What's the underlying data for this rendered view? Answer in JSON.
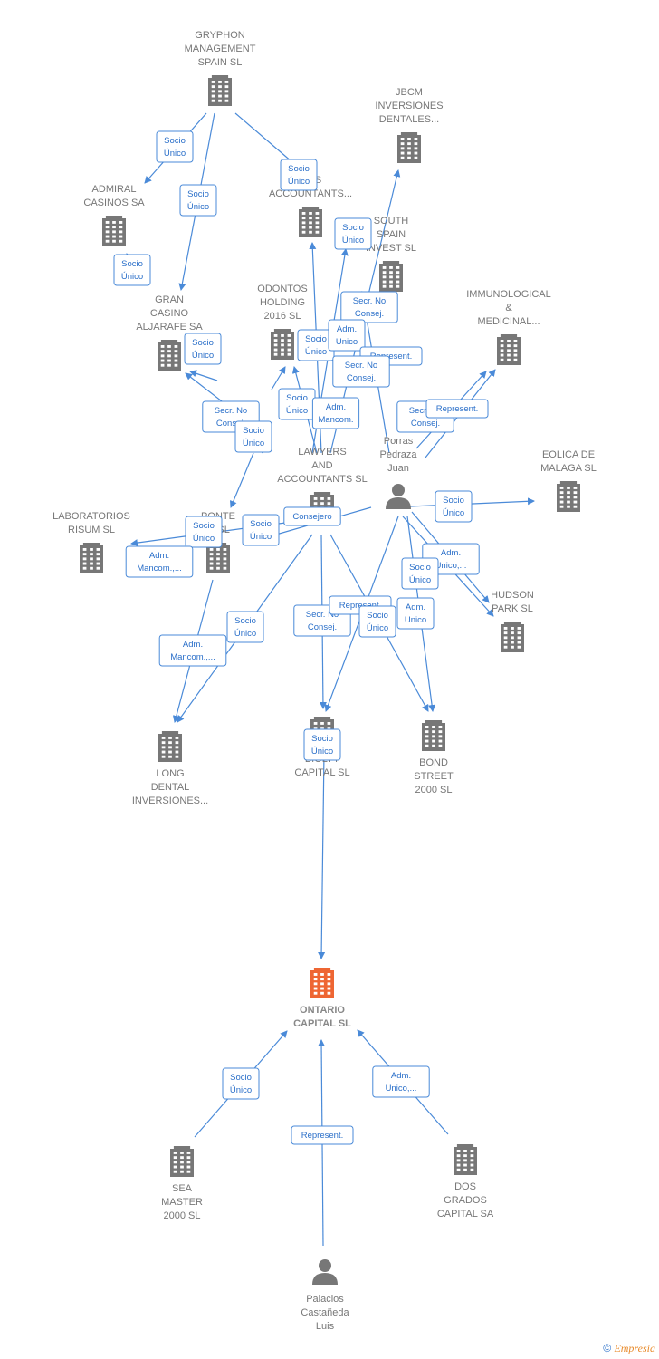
{
  "colors": {
    "edge": "#4a8ad8",
    "company": "#777777",
    "focus": "#ee6633",
    "person": "#777777"
  },
  "nodes": [
    {
      "id": "gryphon",
      "type": "company",
      "lines": [
        "GRYPHON",
        "MANAGEMENT",
        "SPAIN  SL"
      ]
    },
    {
      "id": "jbcm",
      "type": "company",
      "lines": [
        "JBCM",
        "INVERSIONES",
        "DENTALES..."
      ]
    },
    {
      "id": "admiral",
      "type": "company",
      "lines": [
        "ADMIRAL",
        "CASINOS SA"
      ]
    },
    {
      "id": "lawyers_acc",
      "type": "company",
      "lines": [
        "...RS",
        "ACCOUNTANTS..."
      ]
    },
    {
      "id": "south_spain",
      "type": "company",
      "lines": [
        "SOUTH",
        "SPAIN",
        "INVEST SL"
      ]
    },
    {
      "id": "gran_casino",
      "type": "company",
      "lines": [
        "GRAN",
        "CASINO",
        "ALJARAFE SA"
      ]
    },
    {
      "id": "odontos",
      "type": "company",
      "lines": [
        "ODONTOS",
        "HOLDING",
        "2016  SL"
      ]
    },
    {
      "id": "immunological",
      "type": "company",
      "lines": [
        "IMMUNOLOGICAL",
        "&",
        "MEDICINAL..."
      ]
    },
    {
      "id": "porras",
      "type": "person",
      "lines": [
        "Porras",
        "Pedraza",
        "Juan"
      ]
    },
    {
      "id": "lawyers_and",
      "type": "company",
      "lines": [
        "LAWYERS",
        "AND",
        "ACCOUNTANTS SL"
      ]
    },
    {
      "id": "eolica",
      "type": "company",
      "lines": [
        "EOLICA DE",
        "MALAGA  SL"
      ]
    },
    {
      "id": "laboratorios",
      "type": "company",
      "lines": [
        "LABORATORIOS",
        "RISUM  SL"
      ]
    },
    {
      "id": "ponte",
      "type": "company",
      "lines": [
        "PONTE",
        "... SL"
      ]
    },
    {
      "id": "hudson",
      "type": "company",
      "lines": [
        "HUDSON",
        "PARK SL"
      ]
    },
    {
      "id": "long_dental",
      "type": "company",
      "lines": [
        "LONG",
        "DENTAL",
        "INVERSIONES..."
      ]
    },
    {
      "id": "biolty",
      "type": "company",
      "lines": [
        "BIOLTY",
        "CAPITAL SL"
      ]
    },
    {
      "id": "bond",
      "type": "company",
      "lines": [
        "BOND",
        "STREET",
        "2000  SL"
      ]
    },
    {
      "id": "ontario",
      "type": "focus",
      "lines": [
        "ONTARIO",
        "CAPITAL  SL"
      ]
    },
    {
      "id": "sea_master",
      "type": "company",
      "lines": [
        "SEA",
        "MASTER",
        "2000  SL"
      ]
    },
    {
      "id": "dos_grados",
      "type": "company",
      "lines": [
        "DOS",
        "GRADOS",
        "CAPITAL SA"
      ]
    },
    {
      "id": "palacios",
      "type": "person",
      "lines": [
        "Palacios",
        "Castañeda",
        "Luis"
      ]
    }
  ],
  "edge_labels": [
    {
      "lines": [
        "Socio",
        "Único"
      ]
    },
    {
      "lines": [
        "Socio",
        "Único"
      ]
    },
    {
      "lines": [
        "Socio",
        "Único"
      ]
    },
    {
      "lines": [
        "Socio",
        "Único"
      ]
    },
    {
      "lines": [
        "Socio",
        "Único"
      ]
    },
    {
      "lines": [
        "Socio",
        "Único"
      ]
    },
    {
      "lines": [
        "Secr.  No",
        "Consej."
      ]
    },
    {
      "lines": [
        "Socio",
        "Único"
      ]
    },
    {
      "lines": [
        "Adm.",
        "Unico"
      ]
    },
    {
      "lines": [
        "Represent."
      ]
    },
    {
      "lines": [
        "Secr.  No",
        "Consej."
      ]
    },
    {
      "lines": [
        "Socio",
        "Único"
      ]
    },
    {
      "lines": [
        "Adm.",
        "Mancom."
      ]
    },
    {
      "lines": [
        "Secr.  No",
        "Consej."
      ]
    },
    {
      "lines": [
        "Socio",
        "Único"
      ]
    },
    {
      "lines": [
        "Secr.  No",
        "Consej."
      ]
    },
    {
      "lines": [
        "Represent."
      ]
    },
    {
      "lines": [
        "Socio",
        "Único"
      ]
    },
    {
      "lines": [
        "Consejero"
      ]
    },
    {
      "lines": [
        "Socio",
        "Único"
      ]
    },
    {
      "lines": [
        "Socio",
        "Único"
      ]
    },
    {
      "lines": [
        "Adm.",
        "Mancom.,..."
      ]
    },
    {
      "lines": [
        "Adm.",
        "Unico,..."
      ]
    },
    {
      "lines": [
        "Socio",
        "Único"
      ]
    },
    {
      "lines": [
        "Socio",
        "Único"
      ]
    },
    {
      "lines": [
        "Adm.",
        "Mancom.,..."
      ]
    },
    {
      "lines": [
        "Secr.  No",
        "Consej."
      ]
    },
    {
      "lines": [
        "Represent."
      ]
    },
    {
      "lines": [
        "Adm.",
        "Unico"
      ]
    },
    {
      "lines": [
        "Socio",
        "Único"
      ]
    },
    {
      "lines": [
        "Socio",
        "Único"
      ]
    },
    {
      "lines": [
        "Socio",
        "Único"
      ]
    },
    {
      "lines": [
        "Adm.",
        "Unico,..."
      ]
    },
    {
      "lines": [
        "Represent."
      ]
    }
  ],
  "footer": {
    "copyright": "©",
    "brand": "Empresia"
  }
}
